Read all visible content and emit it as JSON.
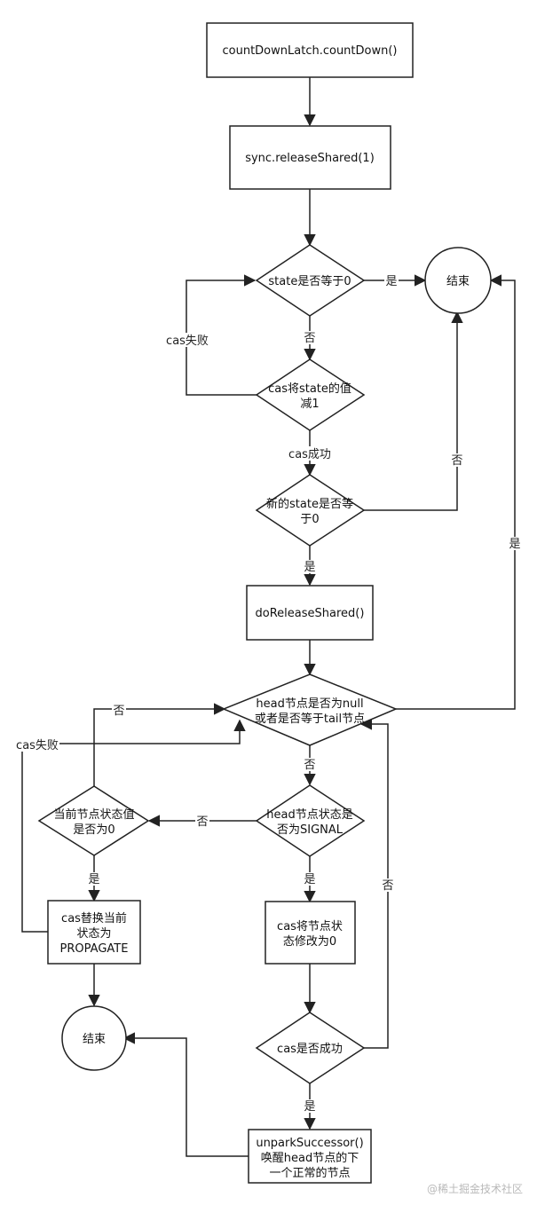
{
  "nodes": {
    "countdown": "countDownLatch.countDown()",
    "release_shared": "sync.releaseShared(1)",
    "state_zero": "state是否等于0",
    "end_top": "结束",
    "cas_dec_1": "cas将state的值",
    "cas_dec_2": "减1",
    "new_state_1": "新的state是否等",
    "new_state_2": "于0",
    "do_release": "doReleaseShared()",
    "head_null_1": "head节点是否为null",
    "head_null_2": "或者是否等于tail节点",
    "signal_1": "head节点状态是",
    "signal_2": "否为SIGNAL",
    "cur_zero_1": "当前节点状态值",
    "cur_zero_2": "是否为0",
    "cas_node_1": "cas将节点状",
    "cas_node_2": "态修改为0",
    "cas_prop_1": "cas替换当前",
    "cas_prop_2": "状态为",
    "cas_prop_3": "PROPAGATE",
    "cas_ok": "cas是否成功",
    "end_bottom": "结束",
    "unpark_1": "unparkSuccessor()",
    "unpark_2": "唤醒head节点的下",
    "unpark_3": "一个正常的节点"
  },
  "edge_labels": {
    "yes_state_end": "是",
    "no_state": "否",
    "cas_fail_1": "cas失败",
    "cas_succ": "cas成功",
    "no_new_state": "否",
    "yes_new_state": "是",
    "yes_head_end": "是",
    "no_head": "否",
    "no_signal": "否",
    "no_cur": "否",
    "cas_fail_2": "cas失败",
    "yes_signal": "是",
    "yes_cur": "是",
    "no_cas_ok": "否",
    "yes_cas_ok": "是"
  },
  "watermark": "@稀土掘金技术社区"
}
